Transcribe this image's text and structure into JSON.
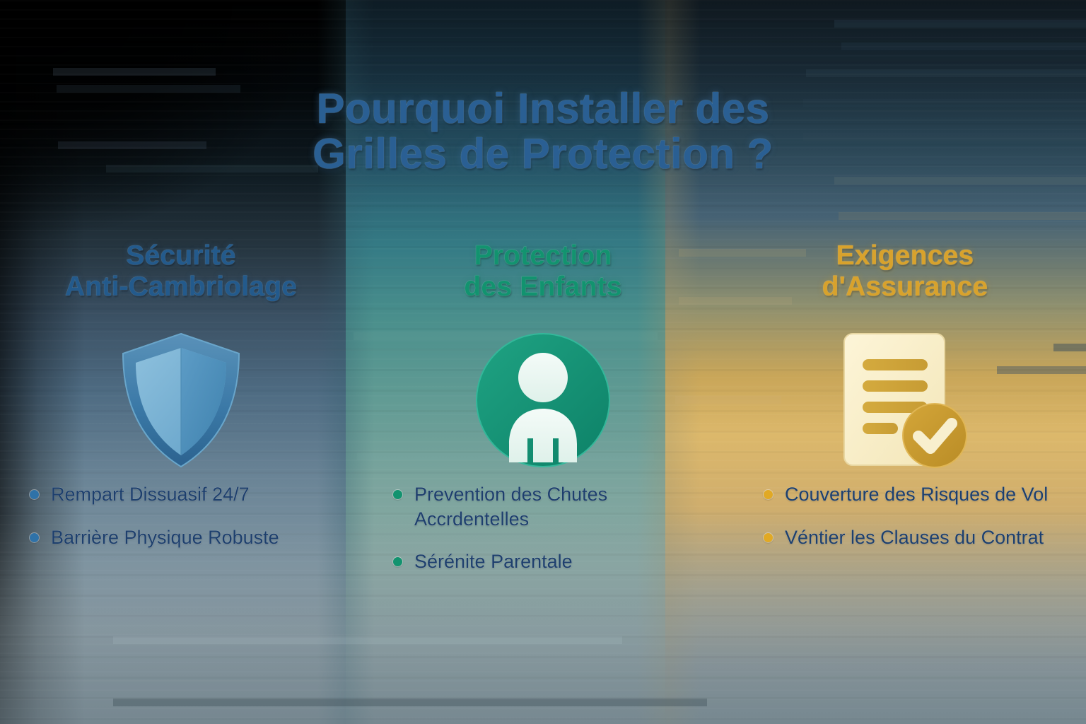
{
  "title": {
    "line1": "Pourquoi Installer des",
    "line2": "Grilles de Protection ?",
    "color": "#2a5f93"
  },
  "columns": [
    {
      "id": "securite-anti-cambriolage",
      "heading_line1": "Sécurité",
      "heading_line2": "Anti-Cambriolage",
      "accent": "#235a8c",
      "bullet_color": "#2f72a8",
      "icon": "shield-icon",
      "bullets": [
        "Rempart Dissuasif 24/7",
        "Barrière Physique Robuste"
      ]
    },
    {
      "id": "protection-des-enfants",
      "heading_line1": "Protection",
      "heading_line2": "des Enfants",
      "accent": "#12936f",
      "bullet_color": "#12936f",
      "icon": "child-person-circle-icon",
      "bullets": [
        "Prevention des Chutes Accrdentelles",
        "Sérénite Parentale"
      ]
    },
    {
      "id": "exigences-d-assurance",
      "heading_line1": "Exigences",
      "heading_line2": "d'Assurance",
      "accent": "#d8a22c",
      "bullet_color": "#e1a924",
      "icon": "document-check-icon",
      "bullets": [
        "Couverture des Risques de Vol",
        "Véntier les Clauses du Contrat"
      ]
    }
  ]
}
